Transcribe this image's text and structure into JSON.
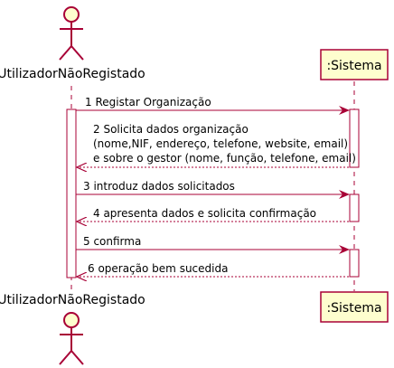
{
  "diagram": {
    "type": "sequence",
    "participants": [
      {
        "id": "actor",
        "kind": "actor",
        "label": "UtilizadorNãoRegistado"
      },
      {
        "id": "system",
        "kind": "participant",
        "label": ":Sistema"
      }
    ],
    "messages": [
      {
        "from": "actor",
        "to": "system",
        "style": "sync",
        "lines": [
          "1 Registar Organização"
        ]
      },
      {
        "from": "system",
        "to": "actor",
        "style": "reply",
        "lines": [
          "2 Solicita dados organização",
          "(nome,NIF, endereço, telefone, website, email)",
          "e sobre o gestor (nome, função, telefone, email)"
        ]
      },
      {
        "from": "actor",
        "to": "system",
        "style": "sync",
        "lines": [
          "3 introduz dados solicitados"
        ]
      },
      {
        "from": "system",
        "to": "actor",
        "style": "reply",
        "lines": [
          "4 apresenta dados e solicita confirmação"
        ]
      },
      {
        "from": "actor",
        "to": "system",
        "style": "sync",
        "lines": [
          "5 confirma"
        ]
      },
      {
        "from": "system",
        "to": "actor",
        "style": "reply",
        "lines": [
          "6 operação bem sucedida"
        ]
      }
    ]
  },
  "colors": {
    "message_line": "#A80036",
    "participant_fill": "#FEFECE",
    "participant_border": "#A80036",
    "lifeline": "#A80036",
    "activation_fill": "#ffffff"
  }
}
